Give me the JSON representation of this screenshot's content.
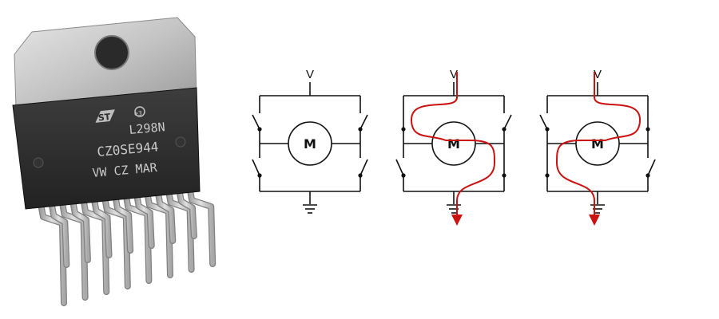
{
  "chip": {
    "part_number": "L298N",
    "lot_code": "CZ0SE944",
    "origin_code": "VW CZ MAR",
    "logo_colors": {
      "body": "#2e2e2e",
      "tab": "#c9c9c9",
      "text": "#c4c4c4"
    }
  },
  "circuits": [
    {
      "supply_label": "V",
      "motor_label": "M",
      "current_path": "none"
    },
    {
      "supply_label": "V",
      "motor_label": "M",
      "current_path": "forward"
    },
    {
      "supply_label": "V",
      "motor_label": "M",
      "current_path": "reverse"
    }
  ],
  "colors": {
    "wire": "#111111",
    "current": "#cc1111",
    "background": "#ffffff"
  }
}
